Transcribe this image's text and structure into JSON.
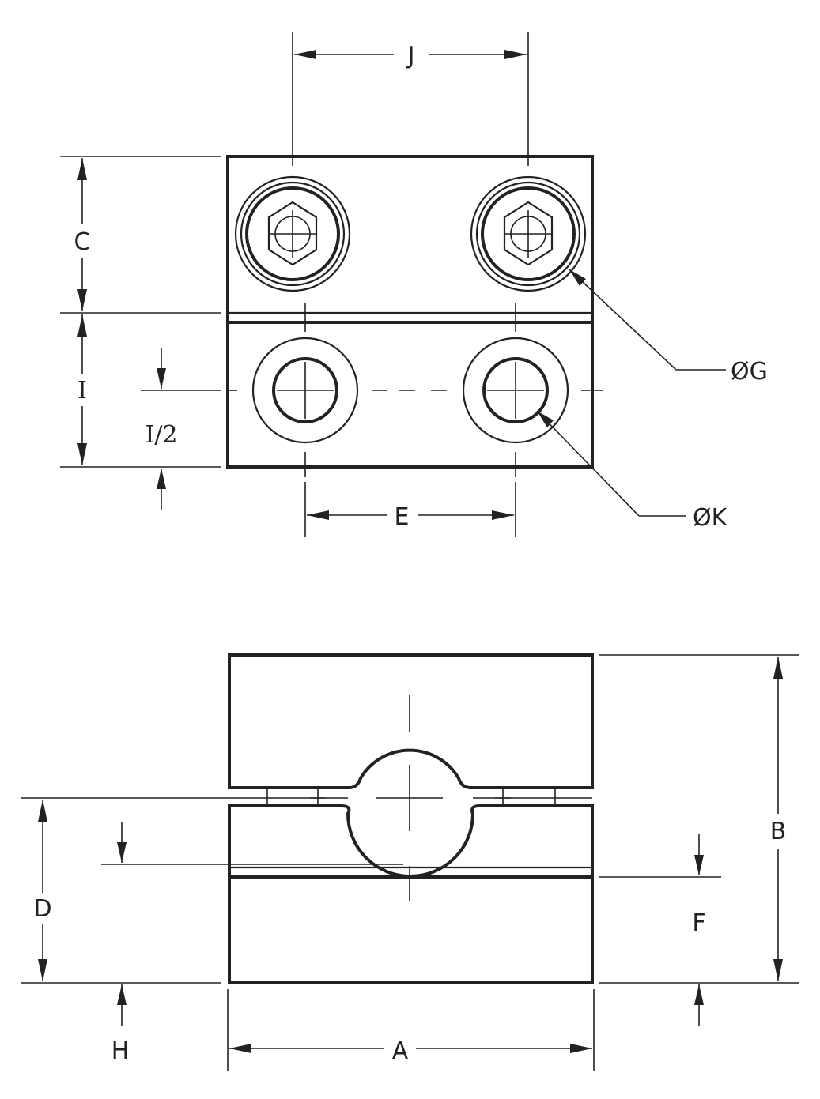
{
  "labels": {
    "J": "J",
    "C": "C",
    "I": "I",
    "I_half": "I/2",
    "E": "E",
    "G": "ØG",
    "K": "ØK",
    "B": "B",
    "D": "D",
    "F": "F",
    "H": "H",
    "A": "A"
  }
}
